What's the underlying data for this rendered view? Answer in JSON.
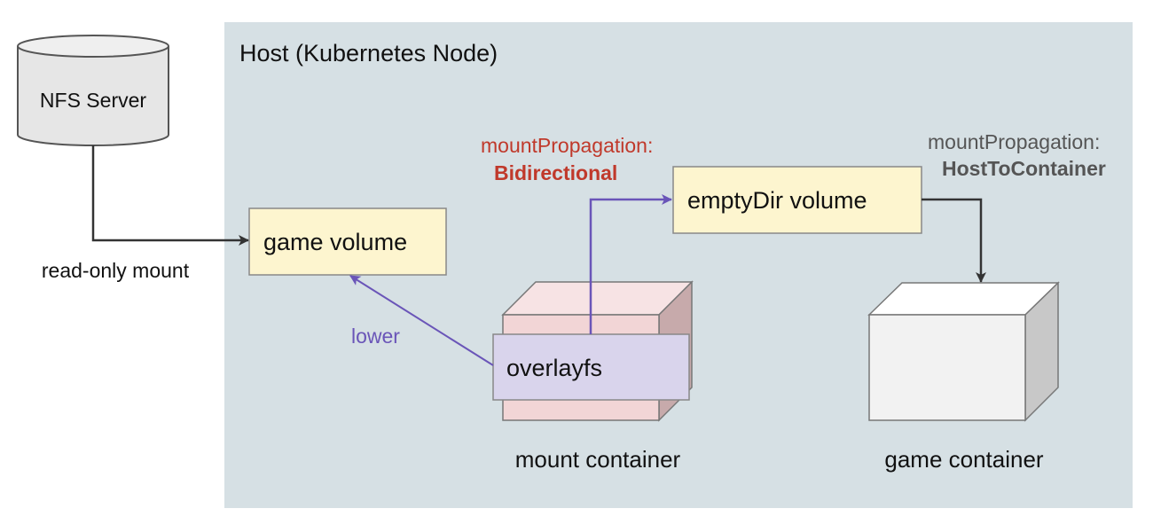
{
  "host": {
    "title": "Host (Kubernetes Node)",
    "bg_color": "#d6e0e4"
  },
  "nfs": {
    "label": "NFS Server",
    "edge_label": "read-only mount"
  },
  "game_volume": {
    "label": "game volume"
  },
  "emptydir_volume": {
    "label": "emptyDir volume"
  },
  "overlay": {
    "label": "overlayfs",
    "lower_label": "lower"
  },
  "mount_container": {
    "label": "mount container"
  },
  "game_container": {
    "label": "game container"
  },
  "propagation_bidirectional": {
    "key": "mountPropagation:",
    "value": "Bidirectional",
    "color": "#c0392b"
  },
  "propagation_host_to_container": {
    "key": "mountPropagation:",
    "value": "HostToContainer",
    "color": "#555555"
  },
  "colors": {
    "volume_fill": "#fdf5cf",
    "mount_container_fill": "#f2d5d6",
    "overlay_fill": "#d9d4ec",
    "game_container_fill": "#f2f2f2",
    "purple_arrow": "#6a55b8",
    "dark_arrow": "#333333"
  }
}
